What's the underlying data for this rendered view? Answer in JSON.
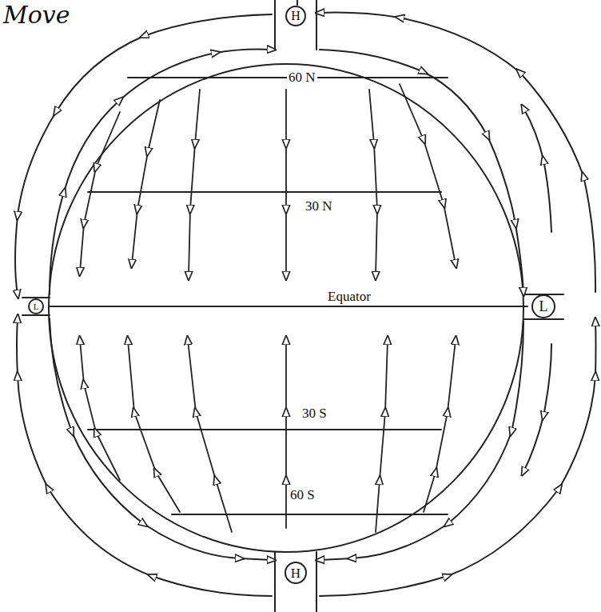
{
  "diagram": {
    "title": "Move",
    "nodes": [
      {
        "text": [
          "H"
        ]
      },
      {
        "text": [
          "L"
        ]
      },
      {
        "text": [
          "L"
        ]
      },
      {
        "text": [
          "H"
        ]
      }
    ],
    "labels": [
      "60 N",
      "30 N",
      "Equator",
      "30 S",
      "60 S"
    ]
  }
}
